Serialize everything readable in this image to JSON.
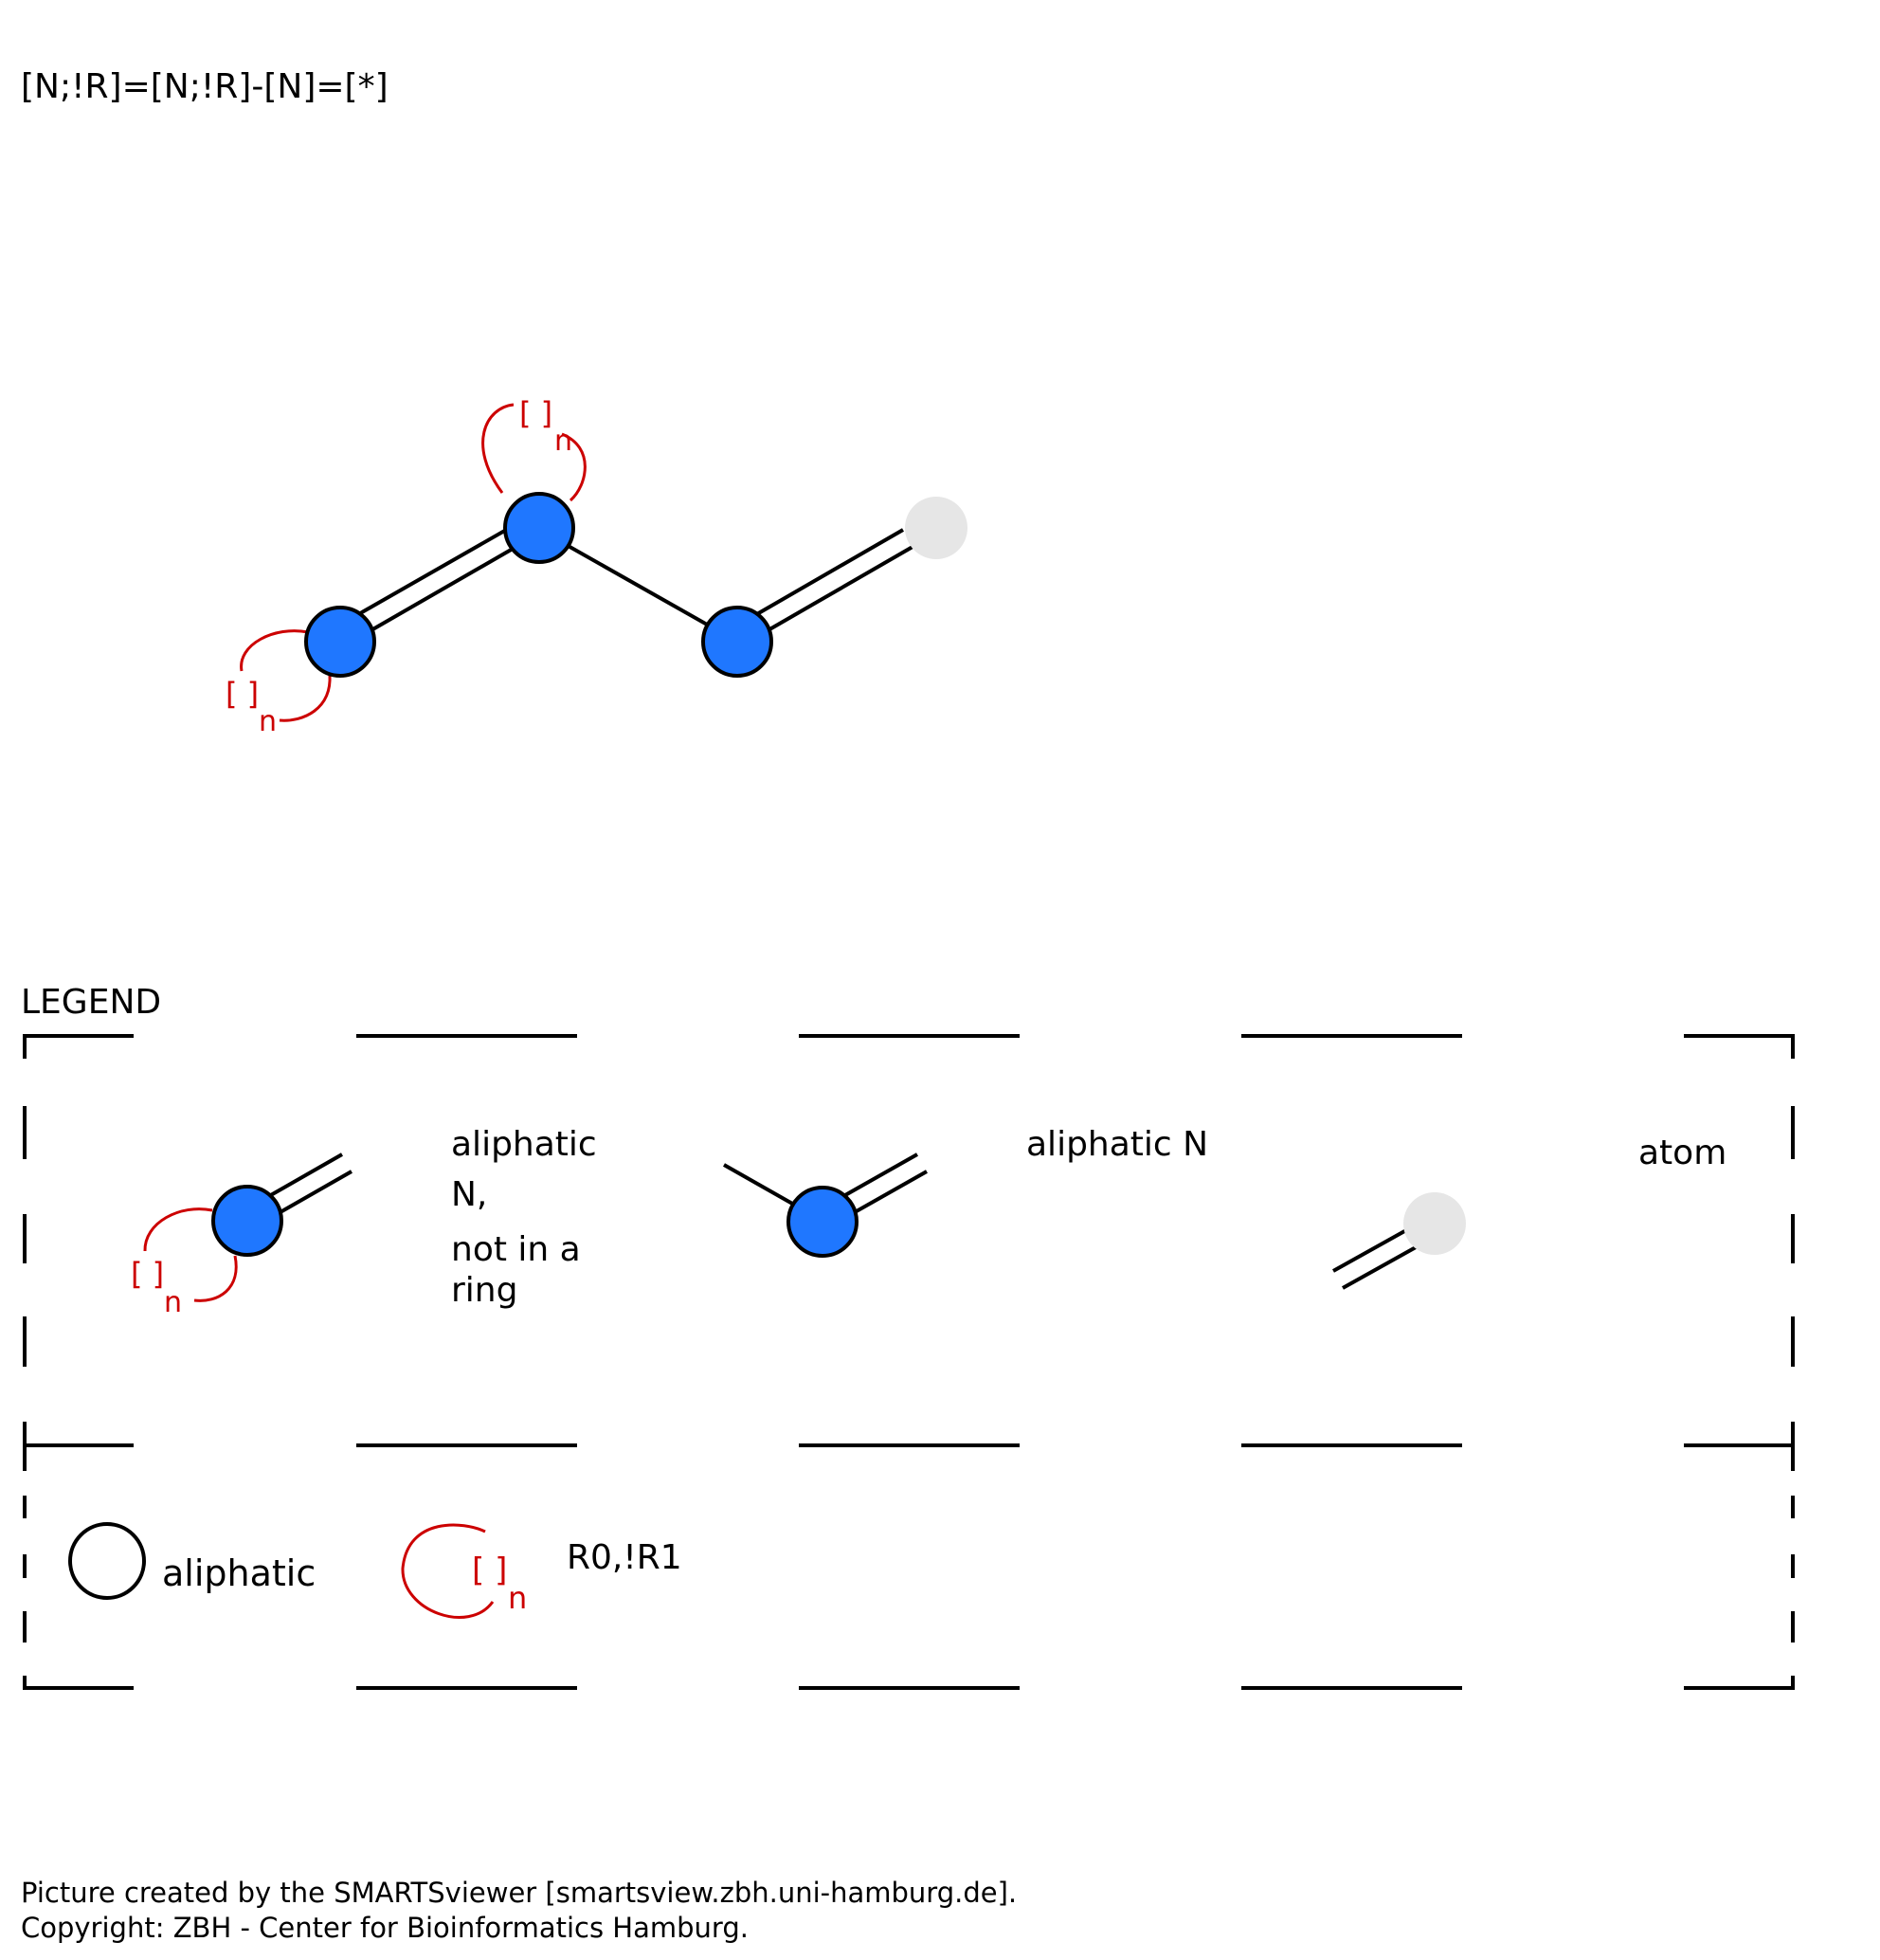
{
  "smarts": "[N;!R]=[N;!R]-[N]=[*]",
  "ring_bracket": "[ ]",
  "ring_subscript": "n",
  "legend": {
    "title": "LEGEND",
    "entries": [
      {
        "lines": [
          "aliphatic",
          "N,",
          "not in a",
          "ring"
        ]
      },
      {
        "lines": [
          "aliphatic N"
        ]
      },
      {
        "lines": [
          "atom"
        ]
      }
    ],
    "bottom": [
      {
        "label": "aliphatic"
      },
      {
        "label": "R0,!R1"
      }
    ]
  },
  "colors": {
    "nitrogen": "#1f77ff",
    "any_atom": "#e6e6e6",
    "ring_annotation": "#cc0000"
  },
  "footer": {
    "line1": "Picture created by the SMARTSviewer [smartsview.zbh.uni-hamburg.de].",
    "line2": "Copyright: ZBH - Center for Bioinformatics Hamburg."
  }
}
